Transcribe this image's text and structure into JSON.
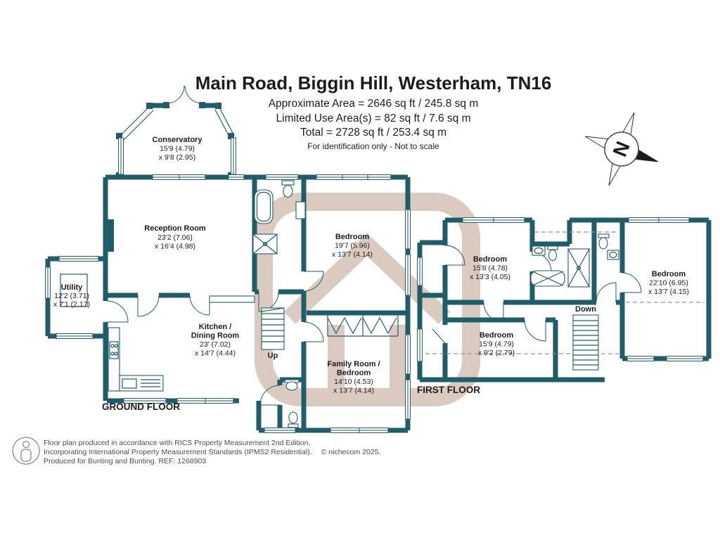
{
  "header": {
    "title": "Main Road, Biggin Hill, Westerham, TN16",
    "area_line1": "Approximate Area = 2646 sq ft / 245.8 sq m",
    "area_line2": "Limited Use Area(s) = 82 sq ft / 7.6 sq m",
    "area_line3": "Total = 2728 sq ft / 253.4 sq m",
    "disclaimer": "For identification only - Not to scale"
  },
  "compass_letter": "N",
  "ground_floor": {
    "label": "GROUND FLOOR",
    "stairs": "Up",
    "conservatory": {
      "name": "Conservatory",
      "d1": "15'9 (4.79)",
      "d2": "x 9'8 (2.95)"
    },
    "reception": {
      "name": "Reception Room",
      "d1": "23'2 (7.06)",
      "d2": "x 16'4 (4.98)"
    },
    "utility": {
      "name": "Utility",
      "d1": "12'2 (3.71)",
      "d2": "x 7'1 (2.17)"
    },
    "kitchen": {
      "name": "Kitchen /",
      "name2": "Dining Room",
      "d1": "23' (7.02)",
      "d2": "x 14'7 (4.44)"
    },
    "bedroom": {
      "name": "Bedroom",
      "d1": "19'7 (5.96)",
      "d2": "x 13'7 (4.14)"
    },
    "family": {
      "name": "Family Room /",
      "name2": "Bedroom",
      "d1": "14'10 (4.53)",
      "d2": "x 13'7 (4.14)"
    }
  },
  "first_floor": {
    "label": "FIRST FLOOR",
    "stairs": "Down",
    "bedroom1": {
      "name": "Bedroom",
      "d1": "15'8 (4.78)",
      "d2": "x 13'3 (4.05)"
    },
    "bedroom2": {
      "name": "Bedroom",
      "d1": "22'10 (6.95)",
      "d2": "x 13'7 (4.15)"
    },
    "bedroom3": {
      "name": "Bedroom",
      "d1": "15'9 (4.79)",
      "d2": "x 9'2 (2.79)"
    }
  },
  "footer": {
    "line1": "Floor plan produced in accordance with RICS Property Measurement 2nd Edition,",
    "line2": "Incorporating International Property Measurement Standards (IPMS2 Residential).",
    "copyright": "© nichecom 2025.",
    "line3": "Produced for Bunting and Bunting.   REF:  1268903"
  },
  "colors": {
    "wall": "#1f5d6a",
    "watermark": "#dbcabf",
    "text": "#1c1c1c"
  }
}
